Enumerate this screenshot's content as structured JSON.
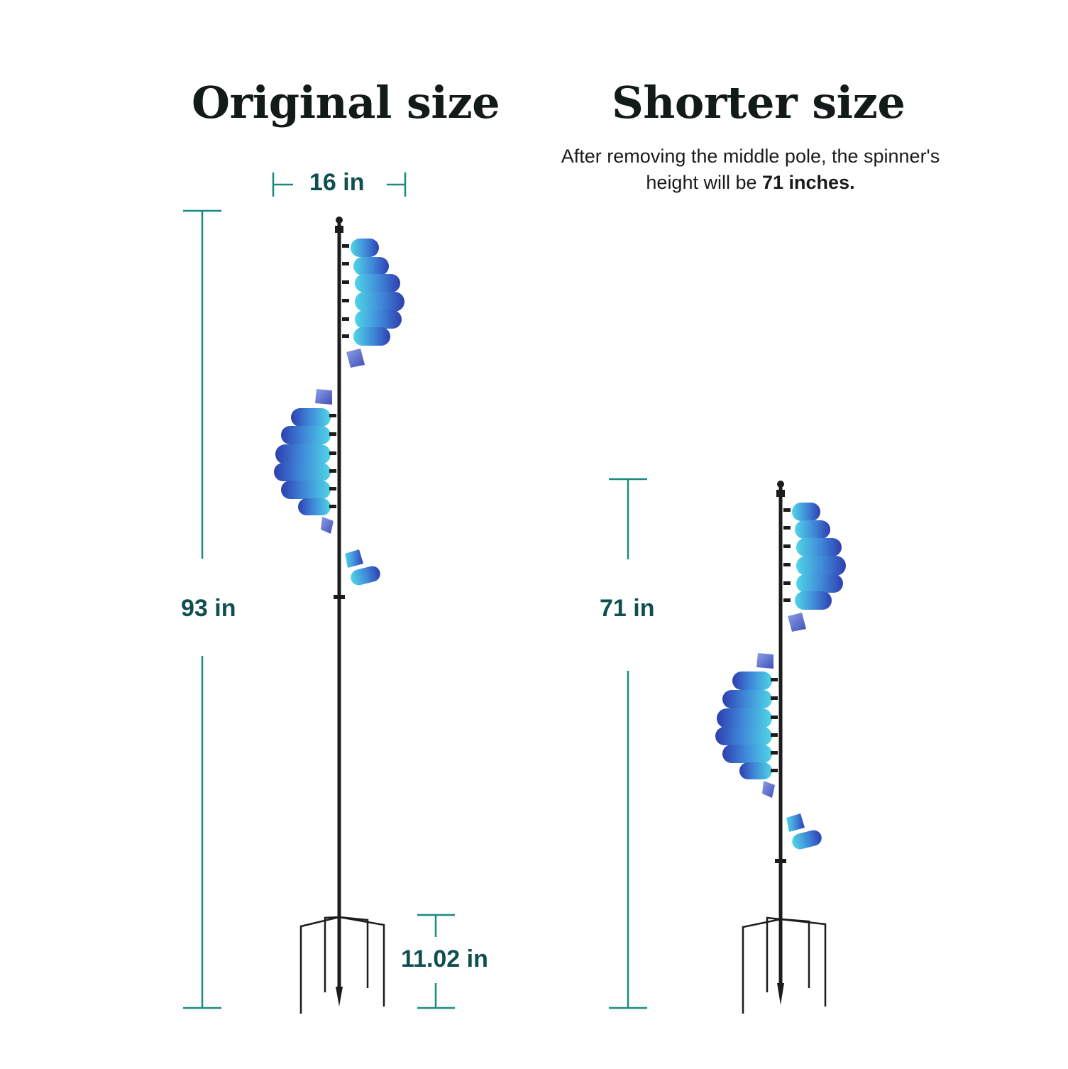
{
  "left_panel": {
    "title": "Original size",
    "width_label": "16 in",
    "height_label": "93 in",
    "stake_label": "11.02 in"
  },
  "right_panel": {
    "title": "Shorter size",
    "description_start": "After removing the middle pole, the spinner's height will be ",
    "description_bold": "71 inches.",
    "height_label": "71 in"
  },
  "colors": {
    "accent": "#1a8a80",
    "label": "#0f4f4f",
    "pole": "#1c1c1c",
    "glass_light": "#4fd6e6",
    "glass_dark": "#2e3fb0"
  },
  "icons": [
    "wind-spinner-original",
    "wind-spinner-shorter"
  ]
}
